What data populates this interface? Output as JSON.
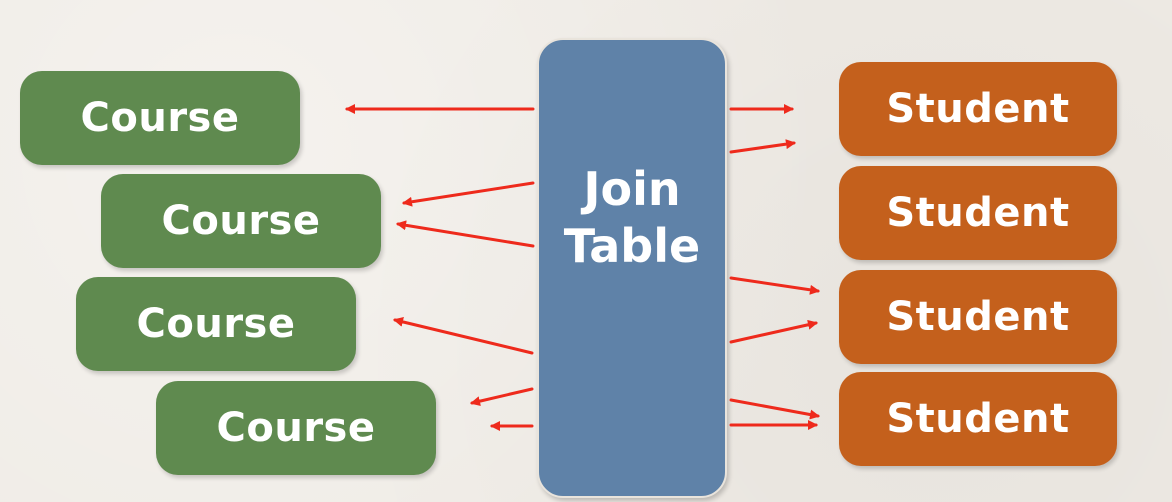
{
  "diagram": {
    "courses": [
      "Course",
      "Course",
      "Course",
      "Course"
    ],
    "students": [
      "Student",
      "Student",
      "Student",
      "Student"
    ],
    "join_table": {
      "line1": "Join",
      "line2": "Table"
    },
    "colors": {
      "course": "#5f8a4f",
      "student": "#c4601c",
      "join_table": "#5f82a8",
      "arrow": "#ee2a1c",
      "background": "#efebe5"
    }
  }
}
